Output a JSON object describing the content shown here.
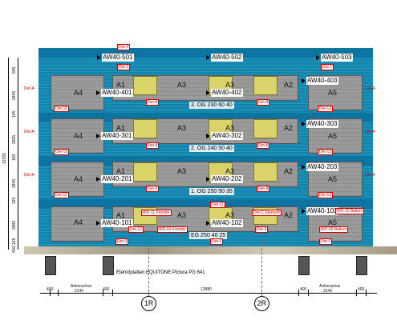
{
  "colors": {
    "facade": "#1386b0",
    "panel": "#9a9a9a",
    "window": "#d9d36a",
    "detail": "#d10000"
  },
  "top_tags": [
    "AW40-501",
    "AW40-502",
    "AW40-503"
  ],
  "floors": [
    {
      "tags": [
        "AW40-401",
        "AW40-402",
        "AW40-403"
      ],
      "rooms": [
        "A4",
        "A1",
        "A3",
        "A3",
        "A2",
        "A5"
      ],
      "storey": "3. OG 230 60 40"
    },
    {
      "tags": [
        "AW40-301",
        "AW40-302",
        "AW40-303"
      ],
      "rooms": [
        "A4",
        "A1",
        "A3",
        "A3",
        "A2",
        "A5"
      ],
      "storey": "2. OG 240 50 40"
    },
    {
      "tags": [
        "AW40-201",
        "AW40-202",
        "AW40-203"
      ],
      "rooms": [
        "A4",
        "A1",
        "A3",
        "A3",
        "A2",
        "A5"
      ],
      "storey": "1. OG 250 50 35"
    },
    {
      "tags": [
        "AW40-101",
        "AW40-102",
        "AW40-103"
      ],
      "rooms": [
        "A4",
        "A1",
        "A3",
        "A3",
        "A2",
        "A5"
      ],
      "storey": "EG 250 40 25"
    }
  ],
  "details": {
    "det2": "Det-2",
    "det1": "Det-1",
    "detA": "Det-A",
    "det10": "Det-10",
    "det11": "Det-11",
    "det12": "Det-12",
    "det13": "Det-13",
    "det8": "Det-8",
    "det9": "Det-9",
    "det0": "Det-0",
    "detCElem": "Det-C Element",
    "wd11": "WD-11 Fenster",
    "wd01": "WD-01 Fenster",
    "wd12": "WD-12 Balkon",
    "wd02": "WD-02 Balkon"
  },
  "caption": "Eternitplatten EQUITONE Pictura PG 641",
  "bottom_dims": {
    "d400a": "400",
    "anker_left": "Ankerachse",
    "d3140a": "3140",
    "d400b": "400",
    "d12880": "12880",
    "d400c": "400",
    "anker_right": "Ankerachse",
    "d3140b": "3140",
    "d400d": "400"
  },
  "axes": [
    "1R",
    "2R"
  ],
  "left_dims": {
    "total": "12355",
    "h2845": "2845",
    "h2895": "2895",
    "h165": "165",
    "h905": "905",
    "h400": "400-165"
  }
}
